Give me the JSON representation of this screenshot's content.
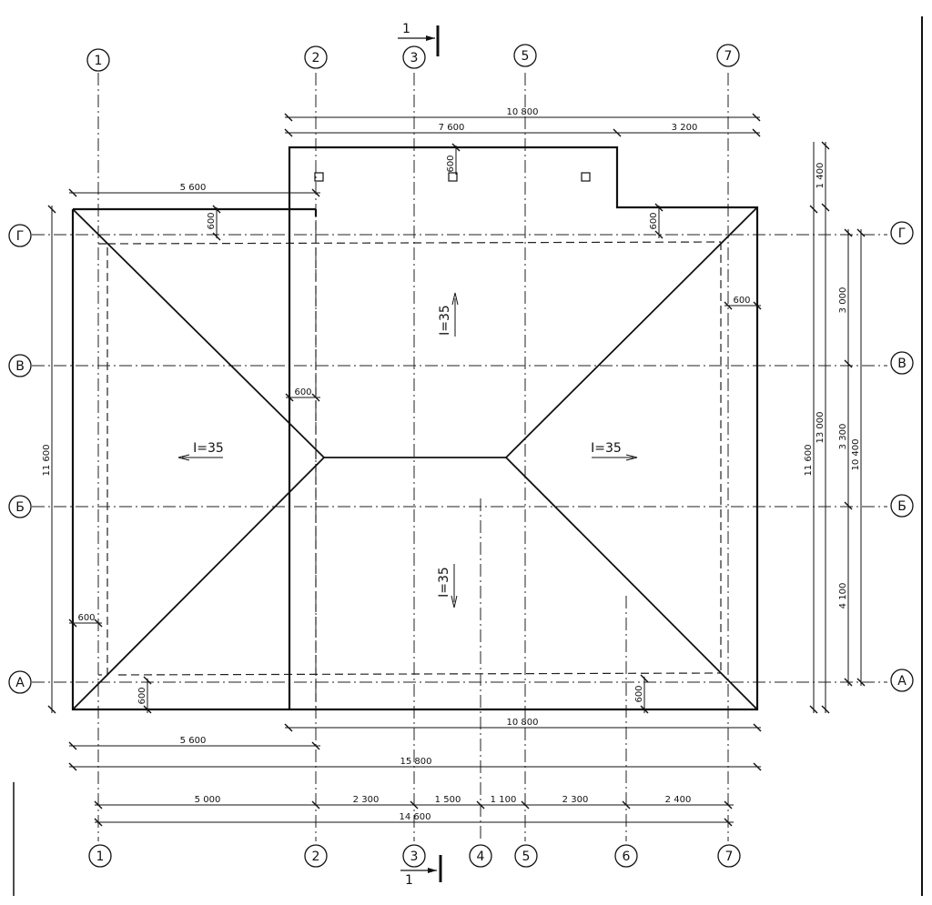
{
  "section_mark": "1",
  "axes_numbers_top": [
    "1",
    "2",
    "3",
    "5",
    "7"
  ],
  "axes_numbers_bottom": [
    "1",
    "2",
    "3",
    "4",
    "5",
    "6",
    "7"
  ],
  "axes_letters": [
    "Г",
    "В",
    "Б",
    "А"
  ],
  "dims": {
    "top_total": "10 800",
    "top_a": "7 600",
    "top_b": "3 200",
    "left_wing": "5 600",
    "overhang": "600",
    "left_height": "11 600",
    "right_1400": "1 400",
    "right_11600": "11 600",
    "right_13000": "13 000",
    "right_3000": "3 000",
    "right_3300": "3 300",
    "right_4100": "4 100",
    "right_10400": "10 400",
    "bottom_10800": "10 800",
    "bottom_5600": "5 600",
    "bottom_15800": "15 800",
    "bottom_5000": "5 000",
    "bottom_2300a": "2 300",
    "bottom_1500": "1 500",
    "bottom_1100": "1 100",
    "bottom_2300b": "2 300",
    "bottom_2400": "2 400",
    "bottom_14600": "14 600"
  },
  "slopes": {
    "north": "I=35",
    "south": "I=35",
    "west": "I=35",
    "east": "I=35"
  }
}
